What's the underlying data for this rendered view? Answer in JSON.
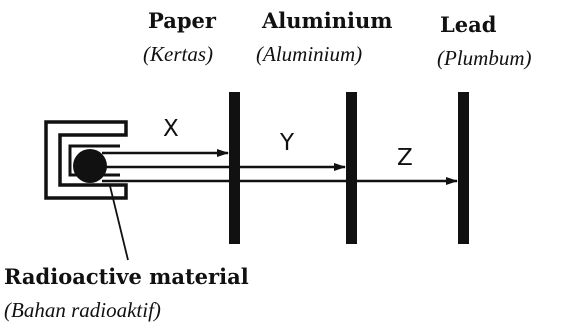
{
  "materials": {
    "paper": {
      "en": "Paper",
      "ms": "(Kertas)"
    },
    "aluminium": {
      "en": "Aluminium",
      "ms": "(Aluminium)"
    },
    "lead": {
      "en": "Lead",
      "ms": "(Plumbum)"
    }
  },
  "rays": {
    "x": "X",
    "y": "Y",
    "z": "Z"
  },
  "source": {
    "en": "Radioactive material",
    "ms": "(Bahan radioaktif)"
  }
}
